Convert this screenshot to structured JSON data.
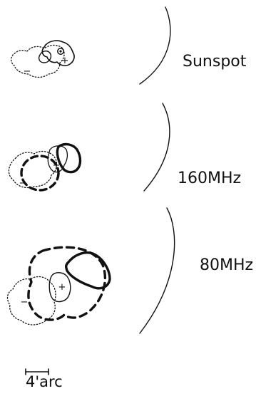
{
  "panels": [
    {
      "label": "Sunspot"
    },
    {
      "label": "160MHz"
    },
    {
      "label": "80MHz"
    }
  ],
  "polarity": {
    "positive": "+",
    "negative": "−"
  },
  "scale_bar": {
    "label": "4'arc"
  },
  "colors": {
    "ink": "#111111",
    "background": "#ffffff"
  }
}
